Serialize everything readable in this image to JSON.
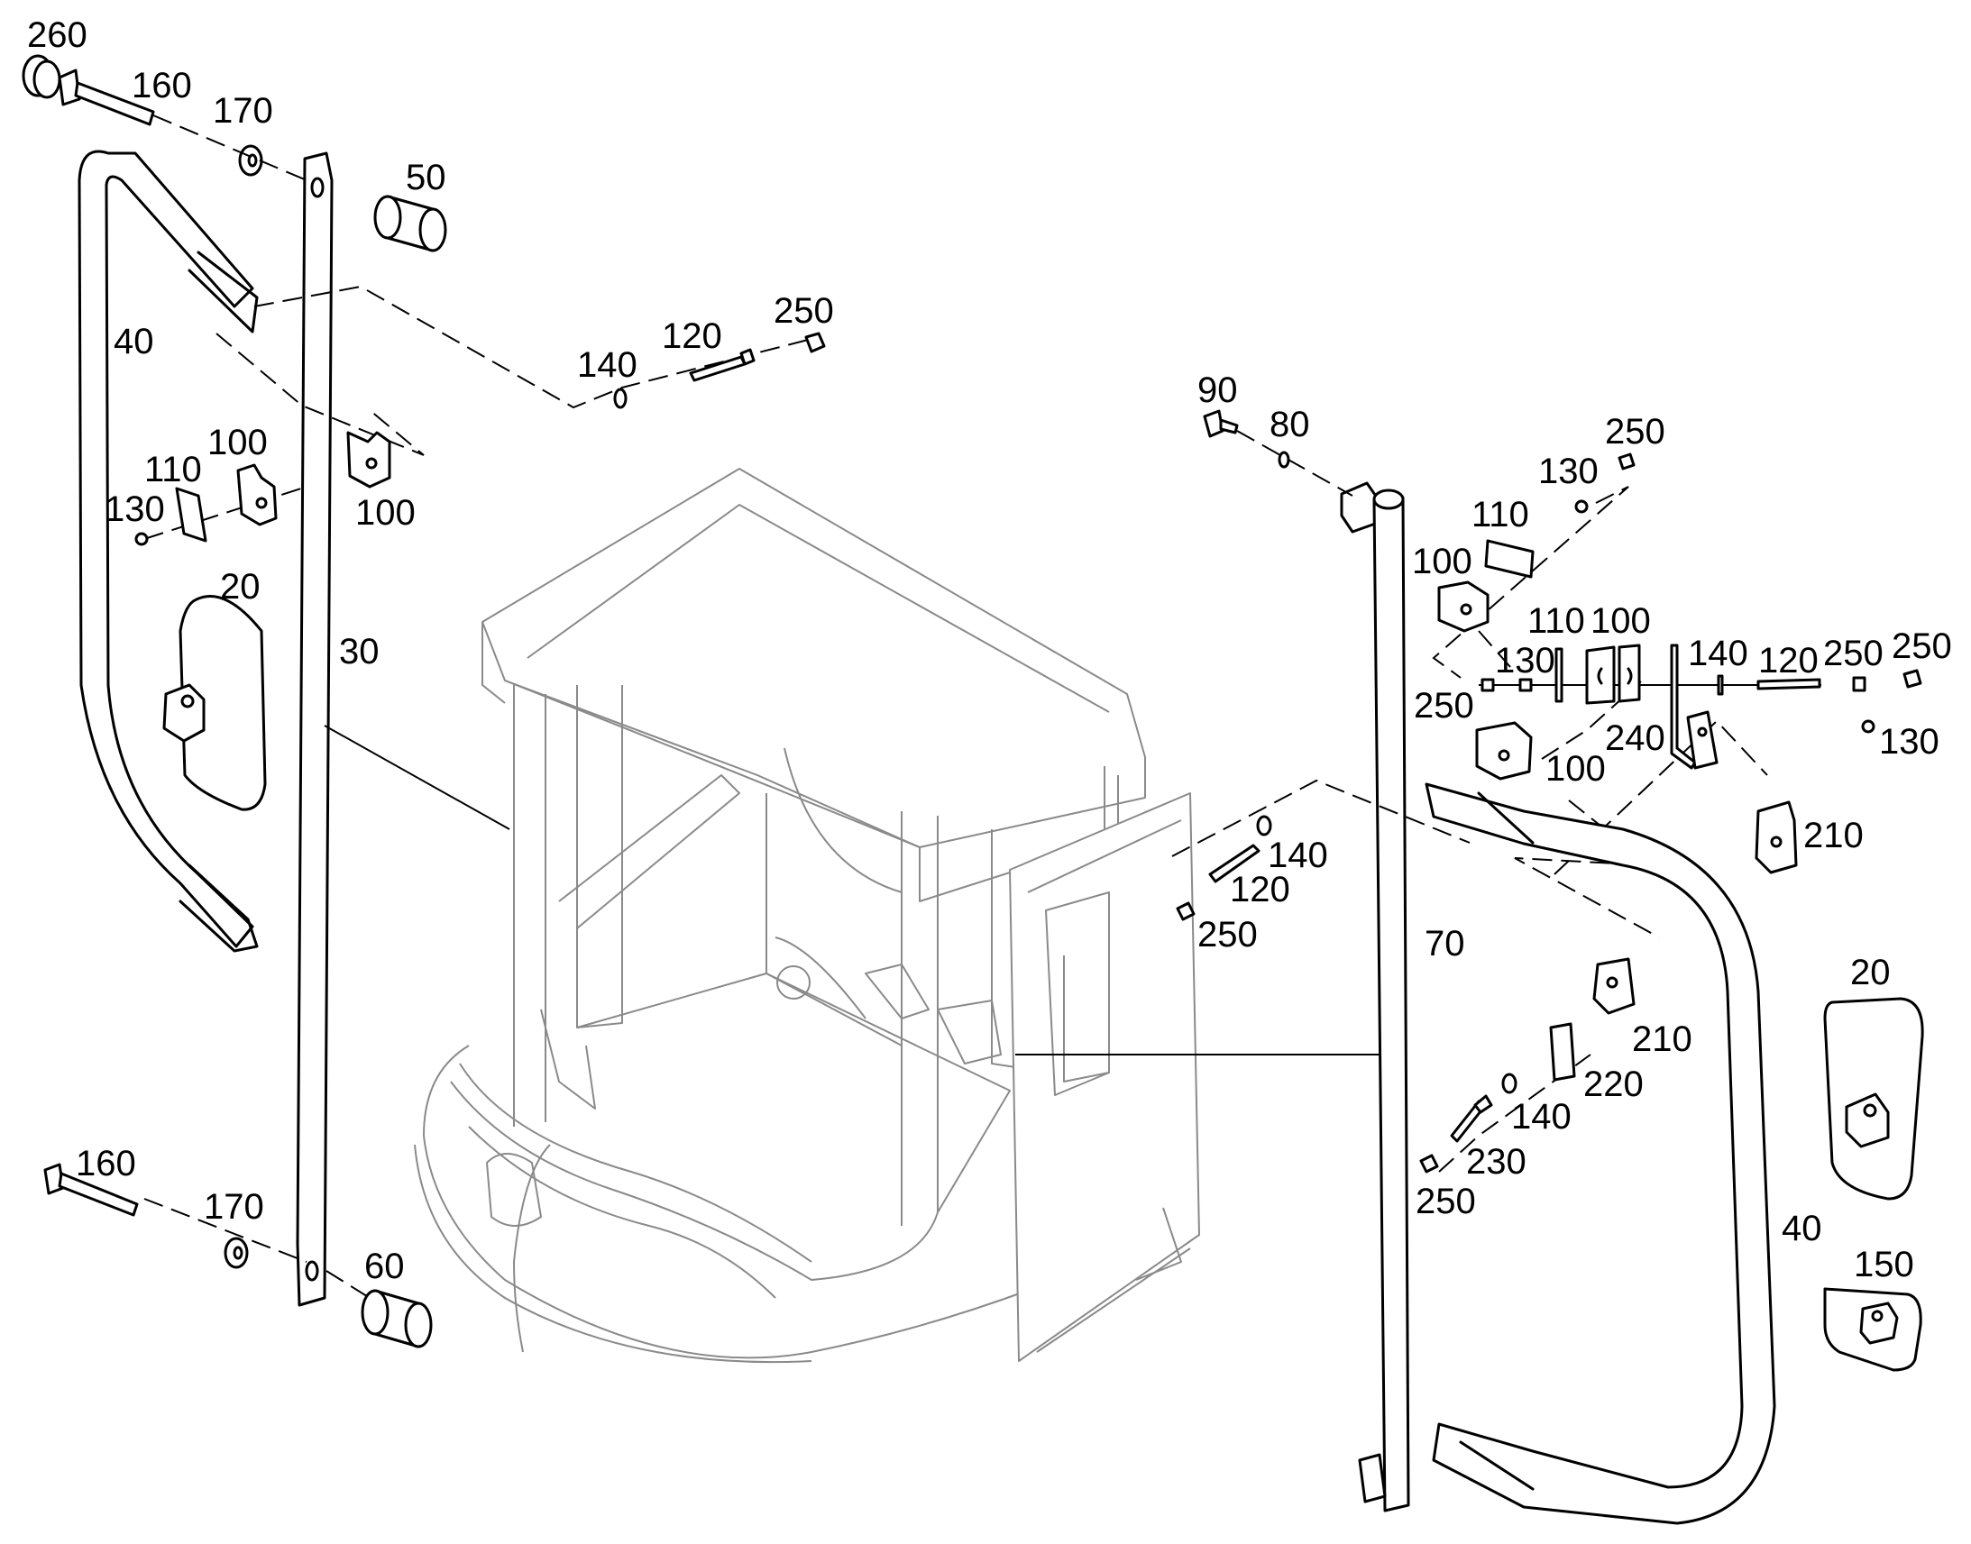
{
  "labels": {
    "l260": "260",
    "l160a": "160",
    "l170a": "170",
    "l50": "50",
    "l40a": "40",
    "l250a": "250",
    "l120a": "120",
    "l140a": "140",
    "l100a": "100",
    "l110a": "110",
    "l130a": "130",
    "l100b": "100",
    "l20a": "20",
    "l30": "30",
    "l160b": "160",
    "l170b": "170",
    "l60": "60",
    "l90": "90",
    "l80": "80",
    "l250b": "250",
    "l130b": "130",
    "l110b": "110",
    "l100c": "100",
    "l110c": "110",
    "l100d": "100",
    "l130c": "130",
    "l140b": "140",
    "l120b": "120",
    "l250c": "250",
    "l250d": "250",
    "l250e": "250",
    "l240": "240",
    "l130d": "130",
    "l100e": "100",
    "l210a": "210",
    "l140c": "140",
    "l120c": "120",
    "l250f": "250",
    "l70": "70",
    "l210b": "210",
    "l220": "220",
    "l140d": "140",
    "l230": "230",
    "l250g": "250",
    "l20b": "20",
    "l40b": "40",
    "l150": "150"
  },
  "colors": {
    "ink": "#000000",
    "ghost": "#8a8a8a",
    "background": "#ffffff"
  }
}
